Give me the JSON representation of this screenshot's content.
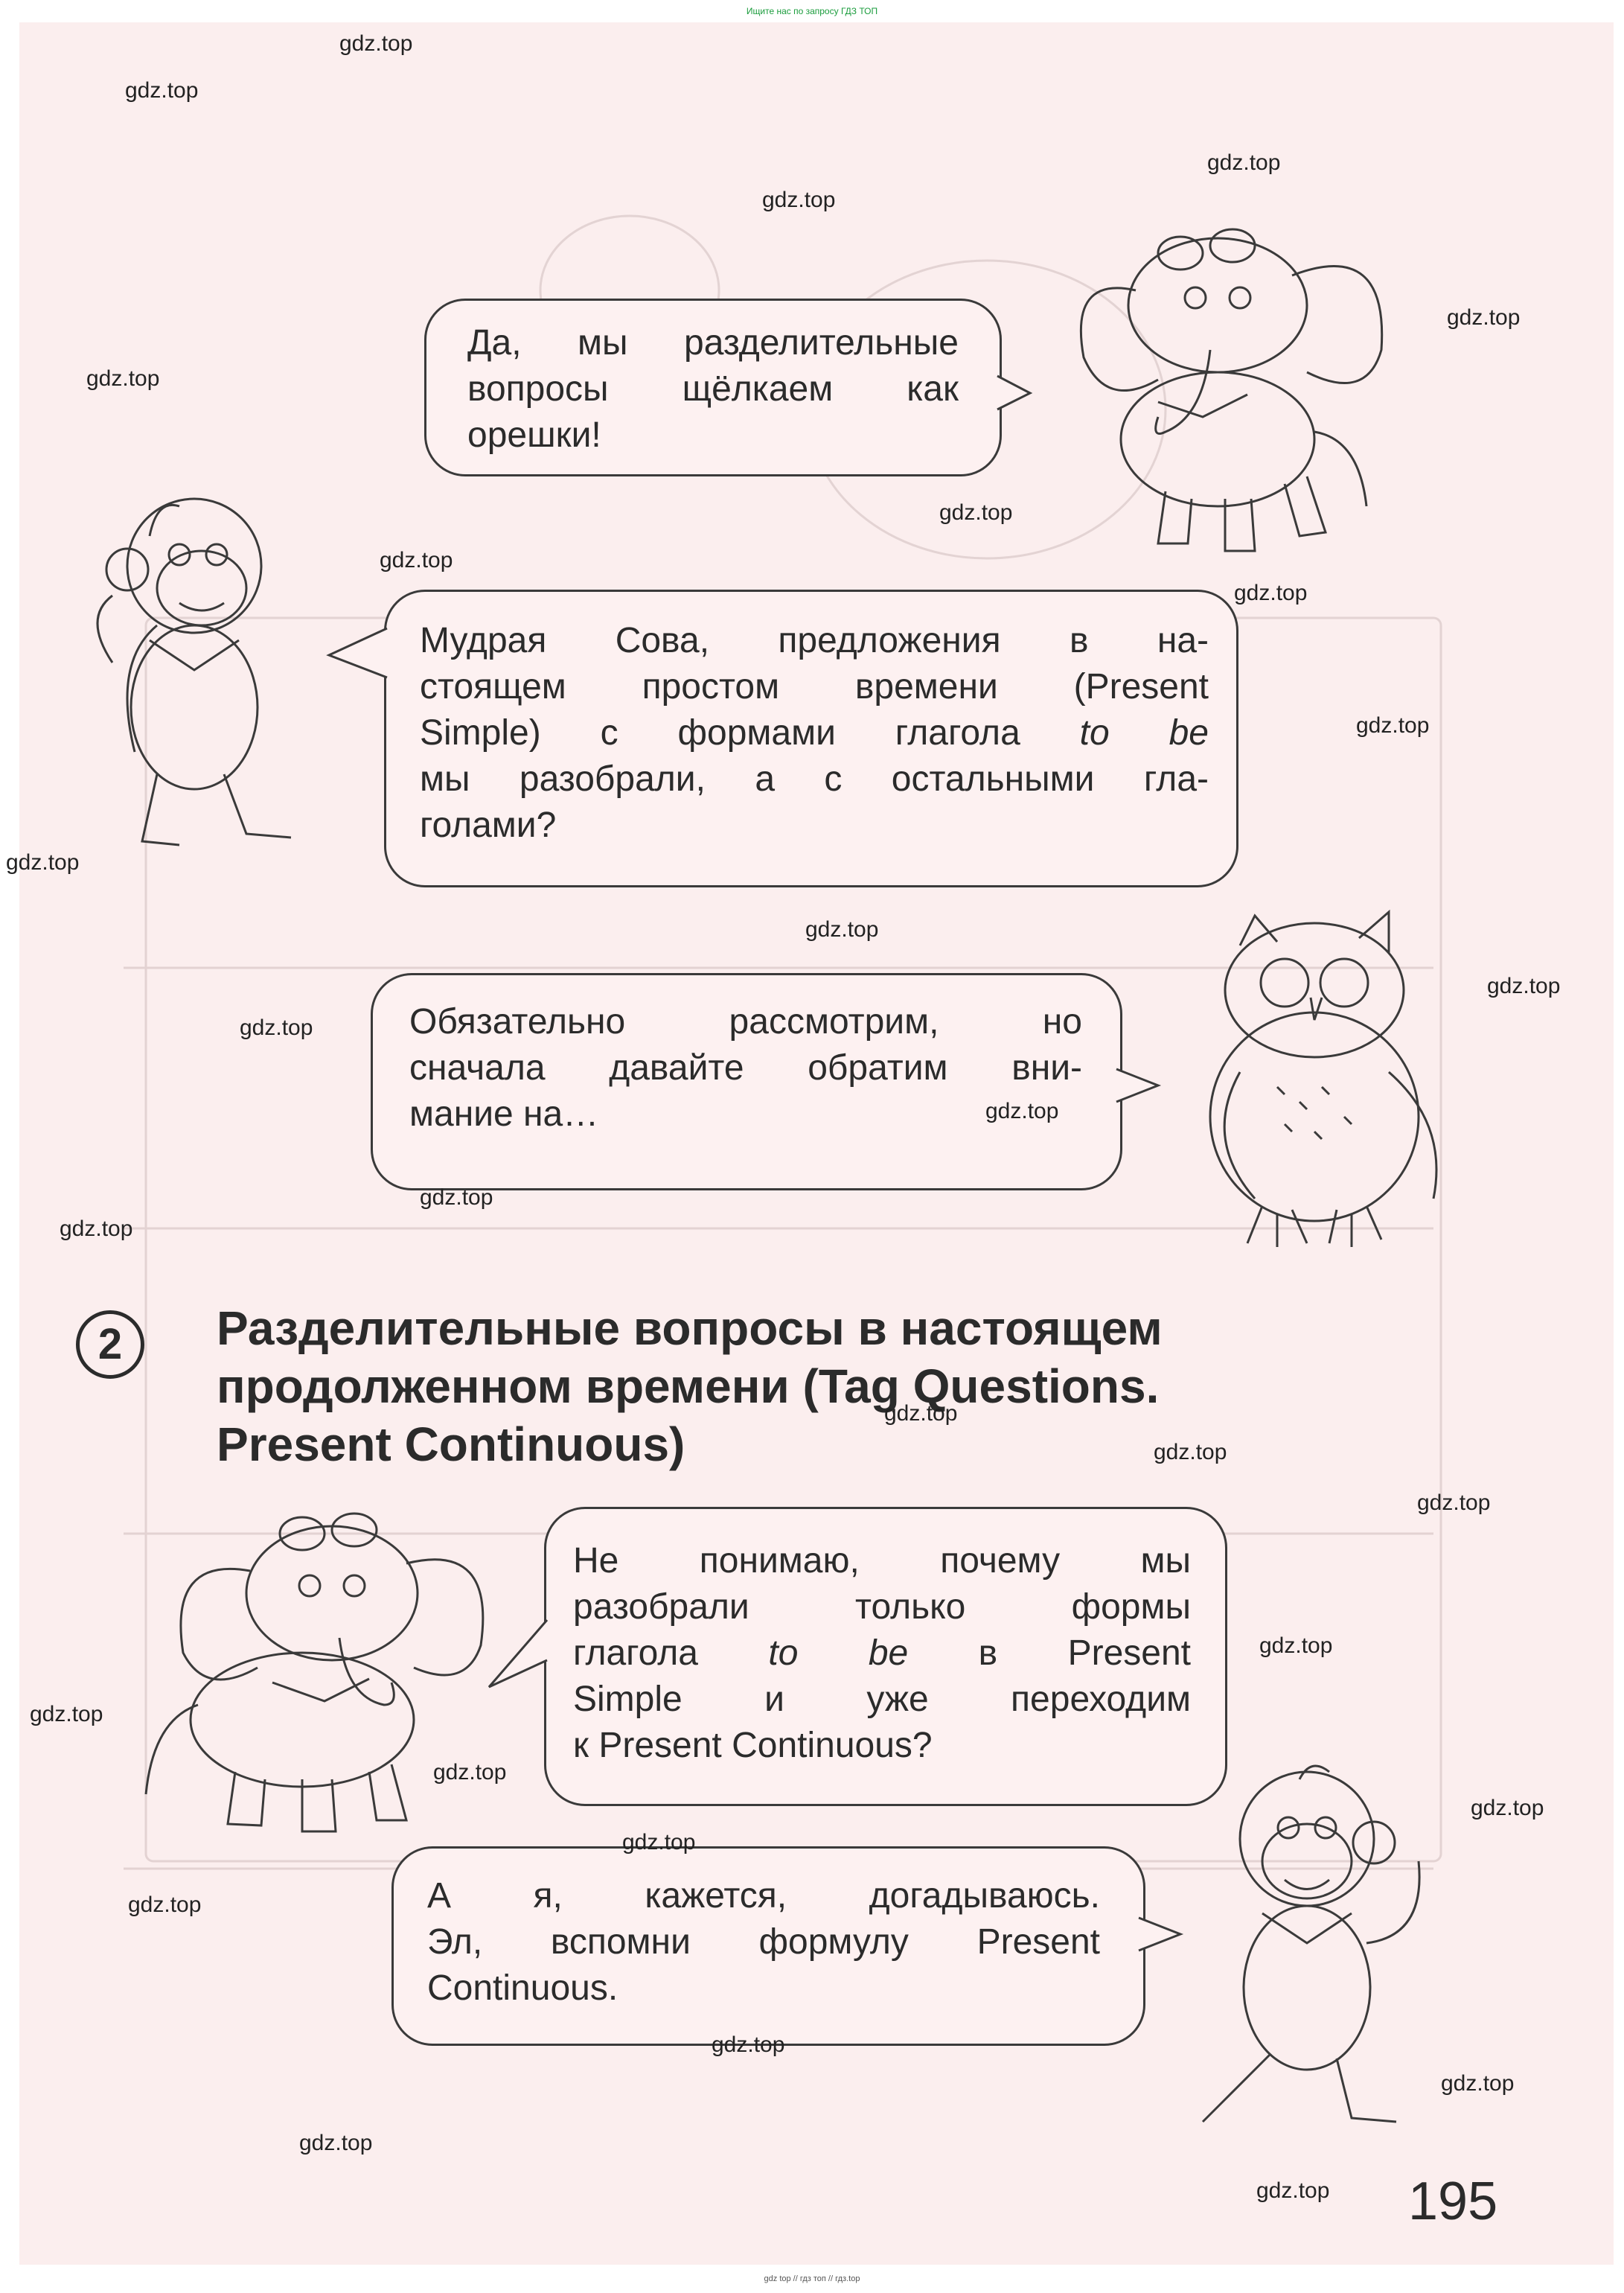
{
  "banners": {
    "top": "Ищите нас по запросу ГДЗ ТОП",
    "bottom": "gdz top // гдз топ // гдз.top"
  },
  "watermark": "gdz.top",
  "bubbles": [
    {
      "lines": [
        "Да, мы разделительные",
        "вопросы щёлкаем как",
        "орешки!"
      ],
      "italic": []
    },
    {
      "lines": [
        "Мудрая Сова, предложения в на-",
        "стоящем простом времени (Present",
        "Simple) с формами глагола to be",
        "мы разобрали, а с остальными гла-",
        "голами?"
      ]
    },
    {
      "lines": [
        "Обязательно рассмотрим, но",
        "сначала давайте обратим вни-",
        "мание на…"
      ]
    },
    {
      "lines": [
        "Не понимаю, почему мы",
        "разобрали только формы",
        "глагола to be в Present",
        "Simple и уже переходим",
        "к Present Continuous?"
      ]
    },
    {
      "lines": [
        "А я, кажется, догадываюсь.",
        "Эл, вспомни формулу Present",
        "Continuous."
      ]
    }
  ],
  "section": {
    "number": "2",
    "heading_lines": [
      "Разделительные вопросы в настоящем",
      "продолженном времени (Tag Questions.",
      "Present Continuous)"
    ]
  },
  "page_number": "195",
  "characters": [
    "elephant-icon",
    "monkey-icon",
    "owl-icon",
    "elephant-icon",
    "monkey-icon"
  ]
}
